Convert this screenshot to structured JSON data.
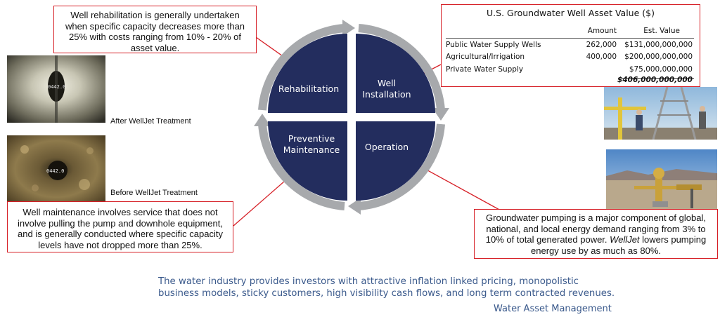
{
  "callouts": {
    "rehab": "Well rehabilitation is generally undertaken when specific capacity decreases more than 25% with costs ranging from 10% - 20% of asset value.",
    "maintenance": "Well maintenance involves service that does not involve pulling the pump and downhole equipment, and is generally conducted where specific capacity levels have not dropped more than 25%.",
    "pumping_prefix": "Groundwater pumping is a major component of global, national, and local energy demand ranging from 3% to 10% of total generated power. ",
    "pumping_brand": "WellJet",
    "pumping_suffix": " lowers pumping energy use by as much as 80%."
  },
  "photos": {
    "after_caption": "After WellJet Treatment",
    "before_caption": "Before WellJet Treatment",
    "after_readout": "0442.0",
    "before_readout": "0442.0"
  },
  "cycle": {
    "rehabilitation": "Rehabilitation",
    "installation_line1": "Well",
    "installation_line2": "Installation",
    "preventive_line1": "Preventive",
    "preventive_line2": "Maintenance",
    "operation": "Operation"
  },
  "table": {
    "title": "U.S. Groundwater Well Asset Value ($)",
    "col_amount": "Amount",
    "col_value": "Est. Value",
    "rows": [
      {
        "name": "Public Water Supply Wells",
        "amount": "262,000",
        "value": "$131,000,000,000"
      },
      {
        "name": "Agricultural/Irrigation",
        "amount": "400,000",
        "value": "$200,000,000,000"
      },
      {
        "name": "Private Water Supply",
        "amount": "",
        "value": "$75,000,000,000"
      }
    ],
    "total": "$406,000,000,000"
  },
  "footer": {
    "text": "The water industry provides investors with attractive inflation linked pricing, monopolistic business models, sticky customers, high visibility cash flows, and long term contracted revenues.",
    "attribution": "Water Asset Management"
  },
  "colors": {
    "quadrant": "#232d5e",
    "arrow": "#a7a9ac",
    "callout_border": "#d61f26",
    "footer_text": "#3b5a8c"
  }
}
